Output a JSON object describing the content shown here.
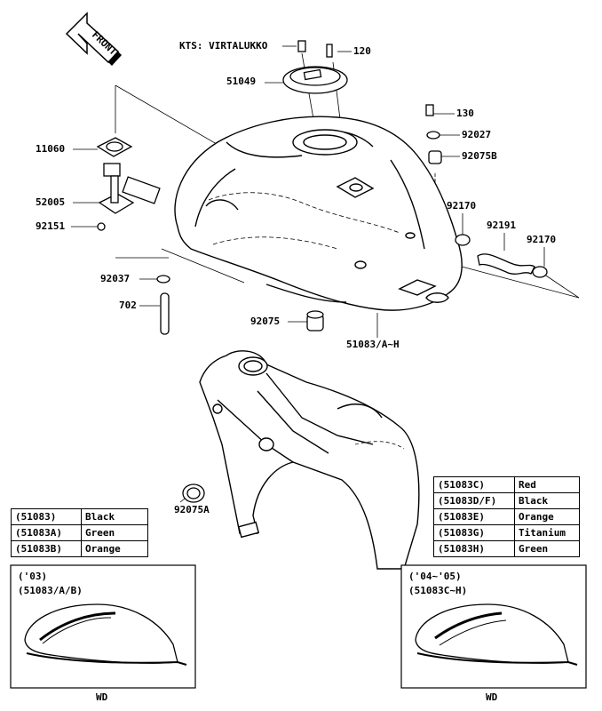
{
  "front_label": "FRONT",
  "labels": {
    "kts": "KTS: VIRTALUKKO",
    "p120": "120",
    "p51049": "51049",
    "p130": "130",
    "p92027": "92027",
    "p92075b": "92075B",
    "p11060": "11060",
    "p52005": "52005",
    "p92151": "92151",
    "p92170a": "92170",
    "p92191": "92191",
    "p92170b": "92170",
    "p92037": "92037",
    "p702": "702",
    "p92075": "92075",
    "p51083": "51083/A~H",
    "p92075a": "92075A"
  },
  "color_table_left": [
    {
      "code": "(51083)",
      "color": "Black"
    },
    {
      "code": "(51083A)",
      "color": "Green"
    },
    {
      "code": "(51083B)",
      "color": "Orange"
    }
  ],
  "color_table_right": [
    {
      "code": "(51083C)",
      "color": "Red"
    },
    {
      "code": "(51083D/F)",
      "color": "Black"
    },
    {
      "code": "(51083E)",
      "color": "Orange"
    },
    {
      "code": "(51083G)",
      "color": "Titanium"
    },
    {
      "code": "(51083H)",
      "color": "Green"
    }
  ],
  "box_left": {
    "line1": "('03)",
    "line2": "(51083/A/B)",
    "caption": "WD"
  },
  "box_right": {
    "line1": "('04~'05)",
    "line2": "(51083C~H)",
    "caption": "WD"
  }
}
